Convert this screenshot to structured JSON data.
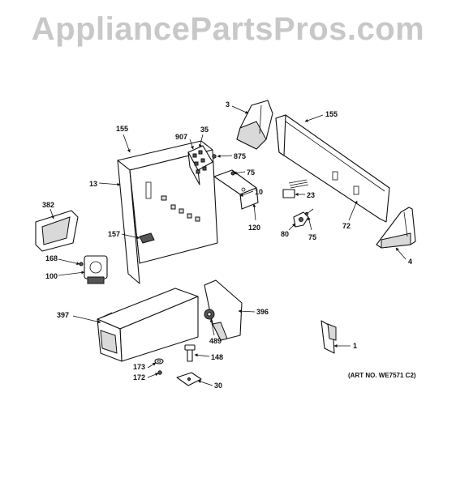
{
  "watermark": "AppliancePartsPros.com",
  "art_number": "(ART NO. WE7571 C2)",
  "callouts": {
    "c3": "3",
    "c155a": "155",
    "c155b": "155",
    "c907": "907",
    "c35": "35",
    "c875": "875",
    "c13": "13",
    "c75a": "75",
    "c10": "10",
    "c23": "23",
    "c382": "382",
    "c120": "120",
    "c72": "72",
    "c80": "80",
    "c75b": "75",
    "c157": "157",
    "c4": "4",
    "c168": "168",
    "c100": "100",
    "c397": "397",
    "c396": "396",
    "c489": "489",
    "c1": "1",
    "c148": "148",
    "c173": "173",
    "c172": "172",
    "c30": "30"
  }
}
